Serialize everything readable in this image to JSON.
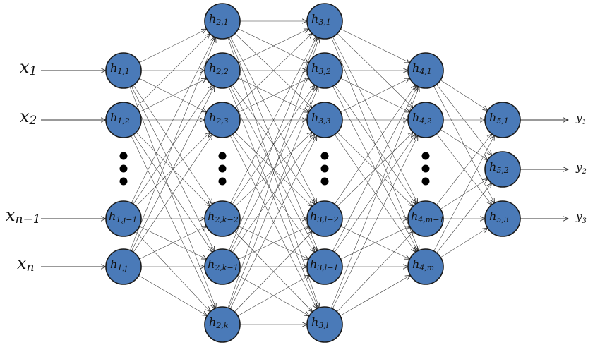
{
  "colors": {
    "node_fill": "#4a7ab8",
    "node_stroke": "#1a1a1a",
    "edge": "#333333"
  },
  "inputs": [
    {
      "base": "x",
      "sub": "1"
    },
    {
      "base": "x",
      "sub": "2"
    },
    {
      "base": "x",
      "sub": "n−1"
    },
    {
      "base": "x",
      "sub": "n"
    }
  ],
  "outputs": [
    {
      "base": "y",
      "sub": "1"
    },
    {
      "base": "y",
      "sub": "2"
    },
    {
      "base": "y",
      "sub": "3"
    }
  ],
  "layers": [
    {
      "nodes": [
        {
          "base": "h",
          "sub": "1,1"
        },
        {
          "base": "h",
          "sub": "1,2"
        },
        {
          "base": "h",
          "sub": "1,j−1"
        },
        {
          "base": "h",
          "sub": "1,j"
        }
      ]
    },
    {
      "nodes": [
        {
          "base": "h",
          "sub": "2,1"
        },
        {
          "base": "h",
          "sub": "2,2"
        },
        {
          "base": "h",
          "sub": "2,3"
        },
        {
          "base": "h",
          "sub": "2,k−2"
        },
        {
          "base": "h",
          "sub": "2,k−1"
        },
        {
          "base": "h",
          "sub": "2,k"
        }
      ]
    },
    {
      "nodes": [
        {
          "base": "h",
          "sub": "3,1"
        },
        {
          "base": "h",
          "sub": "3,2"
        },
        {
          "base": "h",
          "sub": "3,3"
        },
        {
          "base": "h",
          "sub": "3,l−2"
        },
        {
          "base": "h",
          "sub": "3,l−1"
        },
        {
          "base": "h",
          "sub": "3,l"
        }
      ]
    },
    {
      "nodes": [
        {
          "base": "h",
          "sub": "4,1"
        },
        {
          "base": "h",
          "sub": "4,2"
        },
        {
          "base": "h",
          "sub": "4,m−1"
        },
        {
          "base": "h",
          "sub": "4,m"
        }
      ]
    },
    {
      "nodes": [
        {
          "base": "h",
          "sub": "5,1"
        },
        {
          "base": "h",
          "sub": "5,2"
        },
        {
          "base": "h",
          "sub": "5,3"
        }
      ]
    }
  ],
  "connections": "fully-connected"
}
